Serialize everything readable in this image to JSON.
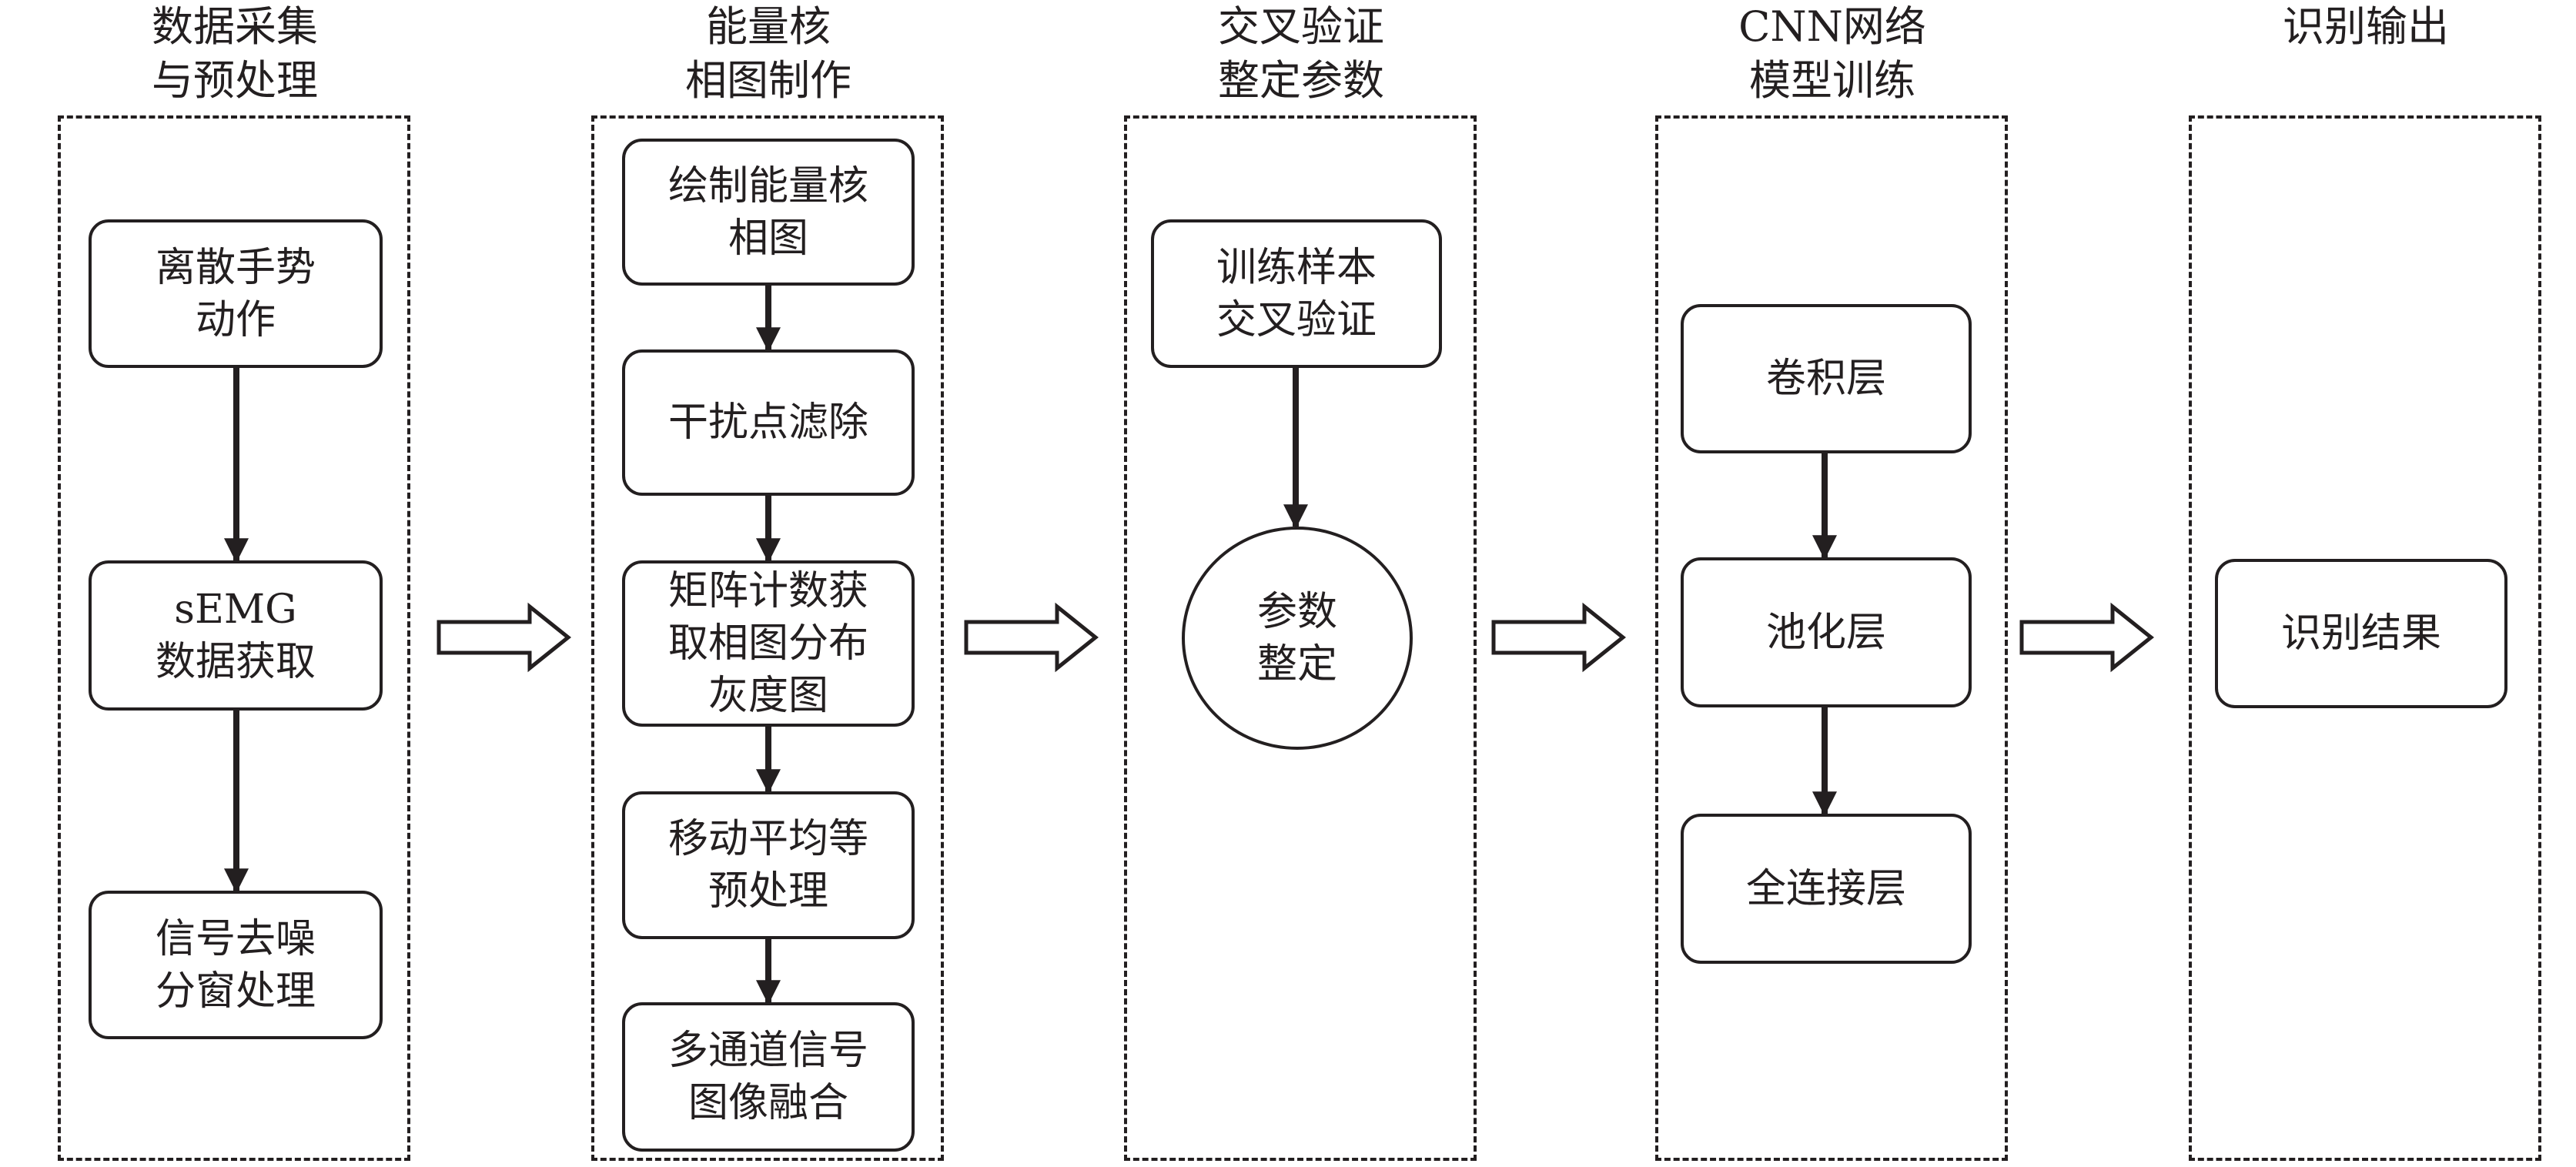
{
  "stages": [
    {
      "title": [
        "数据采集",
        "与预处理"
      ],
      "nodes": [
        {
          "lines": [
            "离散手势",
            "动作"
          ]
        },
        {
          "lines": [
            "sEMG",
            "数据获取"
          ]
        },
        {
          "lines": [
            "信号去噪",
            "分窗处理"
          ]
        }
      ]
    },
    {
      "title": [
        "能量核",
        "相图制作"
      ],
      "nodes": [
        {
          "lines": [
            "绘制能量核",
            "相图"
          ]
        },
        {
          "lines": [
            "干扰点滤除"
          ]
        },
        {
          "lines": [
            "矩阵计数获",
            "取相图分布",
            "灰度图"
          ]
        },
        {
          "lines": [
            "移动平均等",
            "预处理"
          ]
        },
        {
          "lines": [
            "多通道信号",
            "图像融合"
          ]
        }
      ]
    },
    {
      "title": [
        "交叉验证",
        "整定参数"
      ],
      "nodes": [
        {
          "lines": [
            "训练样本",
            "交叉验证"
          ]
        },
        {
          "lines": [
            "参数",
            "整定"
          ],
          "shape": "circle"
        }
      ]
    },
    {
      "title": [
        "CNN网络",
        "模型训练"
      ],
      "nodes": [
        {
          "lines": [
            "卷积层"
          ]
        },
        {
          "lines": [
            "池化层"
          ]
        },
        {
          "lines": [
            "全连接层"
          ]
        }
      ]
    },
    {
      "title": [
        "识别输出"
      ],
      "nodes": [
        {
          "lines": [
            "识别结果"
          ]
        }
      ]
    }
  ]
}
